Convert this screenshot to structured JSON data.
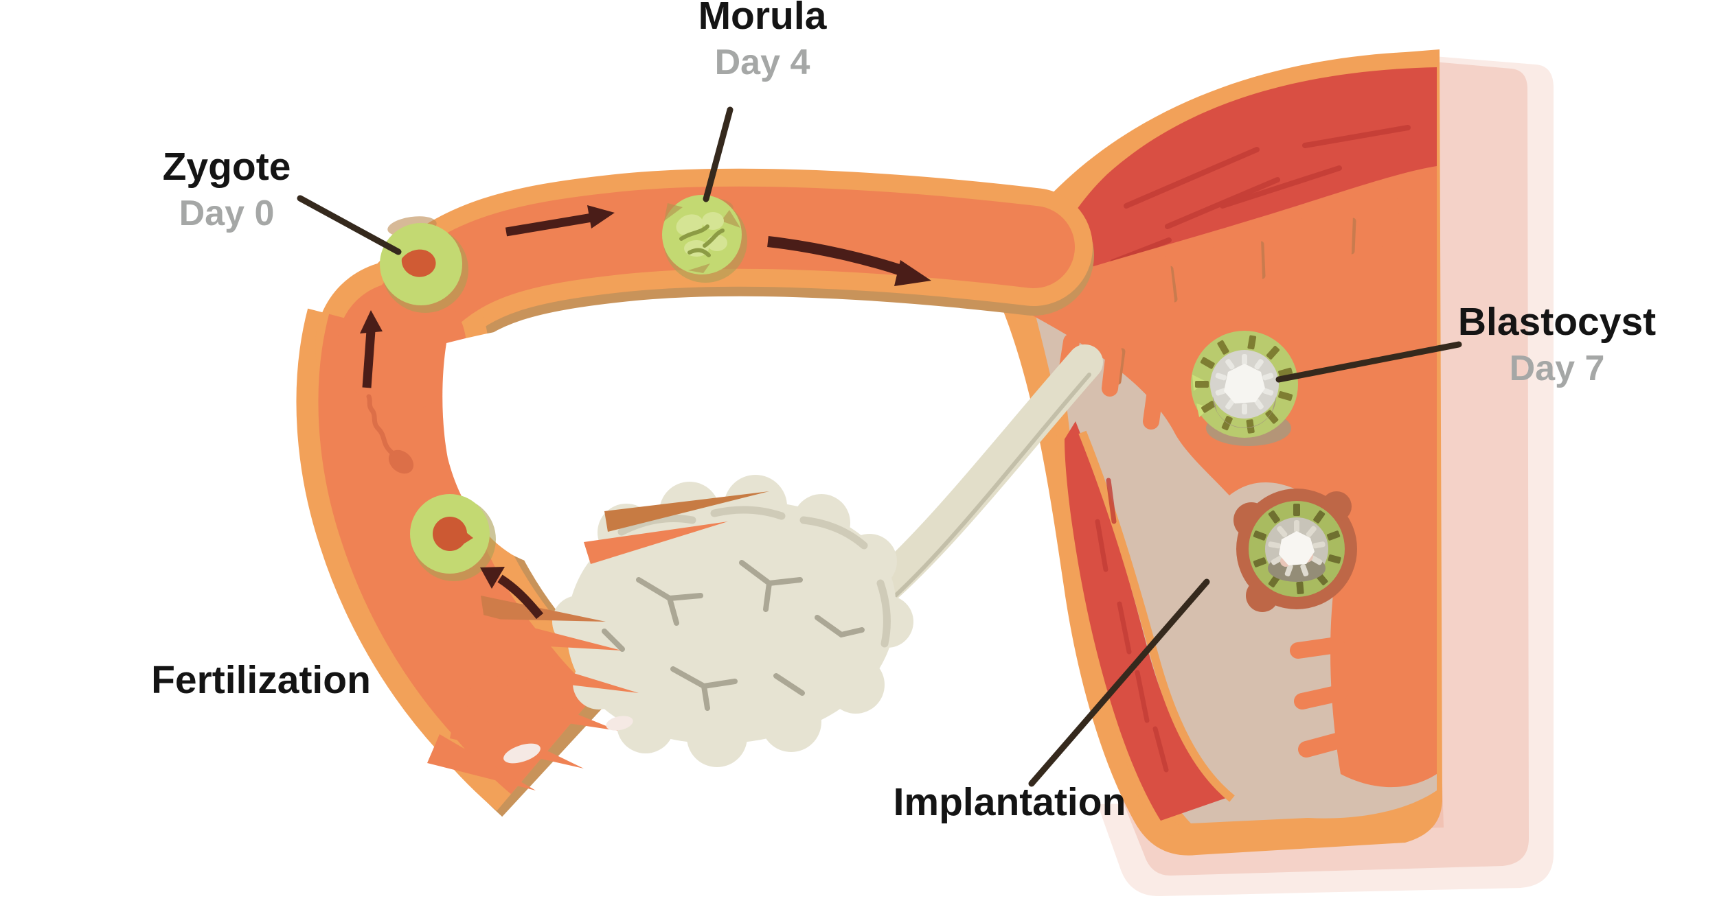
{
  "diagram": {
    "subject": "embryo development from fertilization to implantation",
    "labels": {
      "zygote": {
        "title": "Zygote",
        "day": "Day 0"
      },
      "morula": {
        "title": "Morula",
        "day": "Day 4"
      },
      "blastocyst": {
        "title": "Blastocyst",
        "day": "Day 7"
      },
      "fertilization": {
        "title": "Fertilization"
      },
      "implantation": {
        "title": "Implantation"
      }
    },
    "colors": {
      "background": "#ffffff",
      "label_text": "#141414",
      "day_text": "#a5a7a6",
      "tube_outline_orange": "#f2a159",
      "tube_shadow_tan": "#c8935a",
      "tube_lumen_salmon": "#ef8254",
      "uterus_muscle_red": "#d94f43",
      "muscle_streak_red": "#c33d36",
      "endometrium_tan": "#d6bfae",
      "cavity_salmon": "#ef8254",
      "villi_shadow": "#c97b4e",
      "edge_pink_light": "#faebe6",
      "edge_pink": "#f4d2c8",
      "ovary_cream": "#e6e3d2",
      "ovary_crease": "#aba795",
      "ligament_cream": "#e2dec9",
      "cell_green": "#c3d972",
      "cell_shadow_olive": "#ac9e55",
      "nucleus_red": "#d05b34",
      "blastocyst_ring_green": "#b9cb6e",
      "blastocyst_dash_olive": "#7e7d32",
      "blastocyst_inner_gray": "#d6d4ce",
      "blastocyst_core_white": "#f6f5f1",
      "implant_pocket_red": "#be6747",
      "sperm": "#dc6f48",
      "motion_arrow": "#4a1d18",
      "leader_line": "#35291d"
    }
  }
}
